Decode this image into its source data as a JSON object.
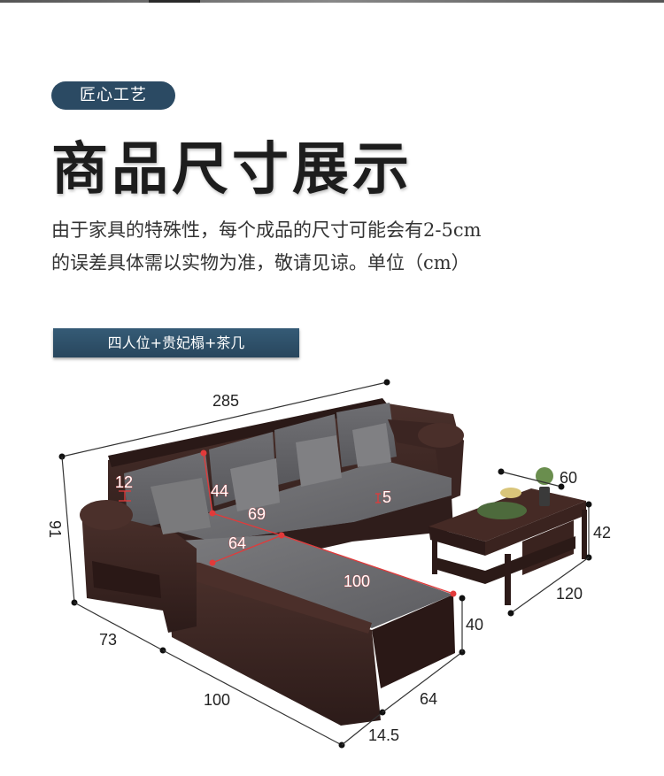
{
  "header": {
    "badge": "匠心工艺",
    "title": "商品尺寸展示",
    "desc_line1": "由于家具的特殊性，每个成品的尺寸可能会有2-5cm",
    "desc_line2": "的误差具体需以实物为准，敬请见谅。单位（cm）"
  },
  "set_label": "四人位+贵妃榻+茶几",
  "dimensions": {
    "sofa_total_length": "285",
    "sofa_height": "91",
    "sofa_depth": "73",
    "chaise_length": "100",
    "chaise_width": "64",
    "leg_height": "14.5",
    "seat_height": "40",
    "backrest_height": "44",
    "seat_depth": "69",
    "armrest_height": "12",
    "cushion_thickness": "5",
    "chaise_seat_width": "64",
    "chaise_seat_length": "100",
    "table_depth": "60",
    "table_height": "42",
    "table_length": "120"
  },
  "colors": {
    "wood": "#3b2522",
    "cushion": "#6d6d70",
    "accent": "#2b4a63",
    "measure_red": "#e23a3a"
  }
}
